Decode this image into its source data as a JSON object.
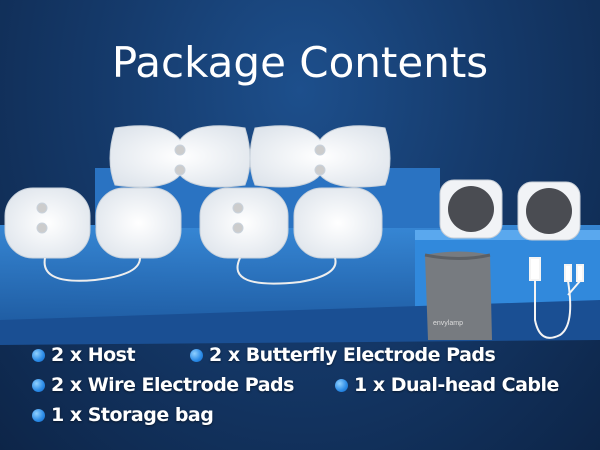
{
  "title": "Package Contents",
  "brand_logo": "envylamp",
  "items": [
    {
      "label": "2 x Host"
    },
    {
      "label": "2 x Butterfly Electrode Pads"
    },
    {
      "label": "2 x Wire Electrode Pads"
    },
    {
      "label": "1 x Dual-head Cable"
    },
    {
      "label": "1 x Storage bag"
    }
  ],
  "colors": {
    "background": "#153a6b",
    "platform": "#2f7fd1",
    "bullet": "#2a8ae6",
    "text": "#ffffff"
  }
}
